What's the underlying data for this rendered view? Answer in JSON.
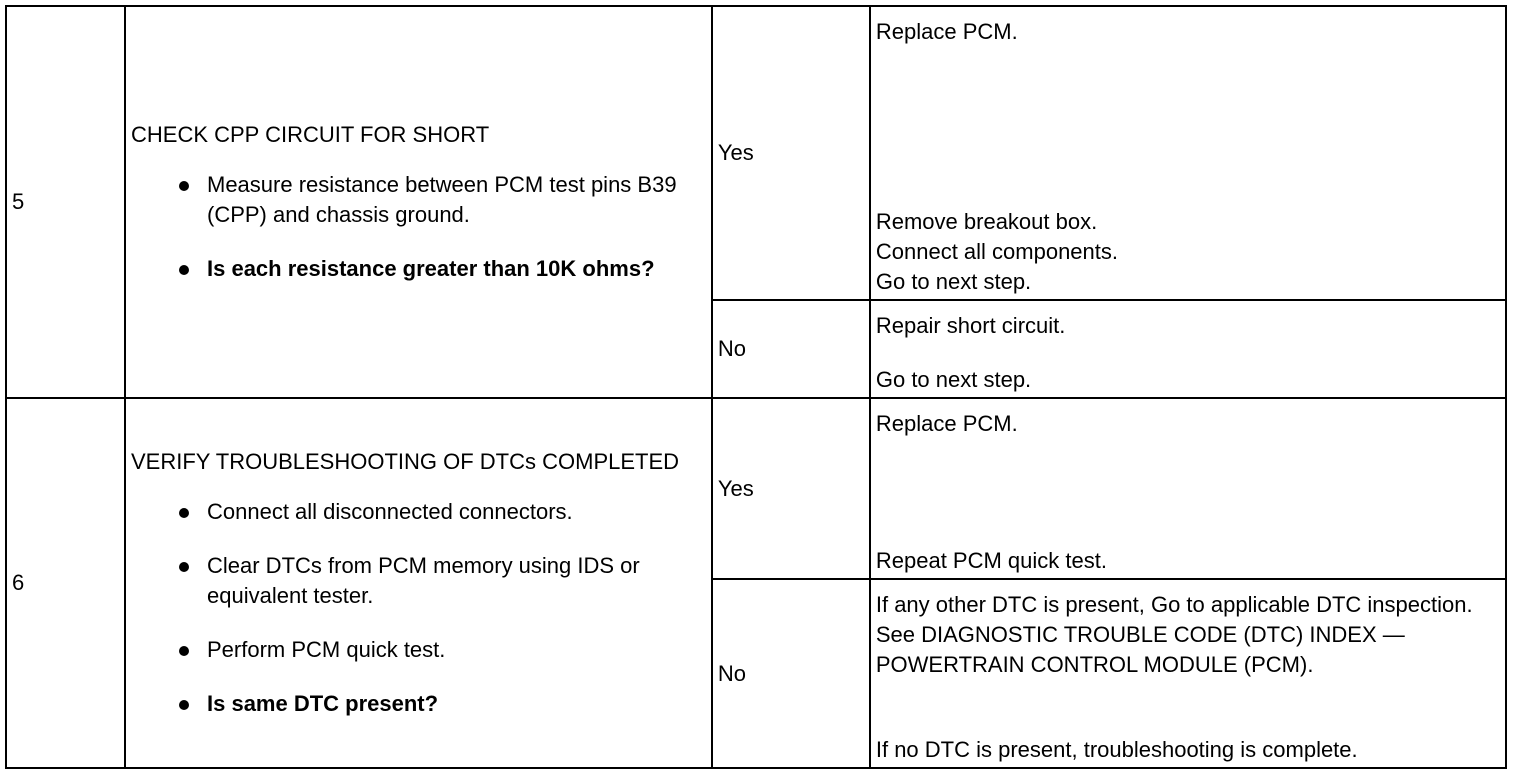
{
  "rows": [
    {
      "step": "5",
      "heading": "CHECK CPP CIRCUIT FOR SHORT",
      "bullets": [
        "Measure resistance between PCM test pins B39 (CPP) and chassis ground.",
        "Is each resistance greater than 10K ohms?"
      ],
      "yes": {
        "label": "Yes",
        "lines": [
          "Replace PCM.",
          "Remove breakout box.",
          "Connect all components.",
          "Go to next step."
        ]
      },
      "no": {
        "label": "No",
        "lines": [
          "Repair short circuit.",
          "Go to next step."
        ]
      }
    },
    {
      "step": "6",
      "heading": "VERIFY TROUBLESHOOTING OF DTCs COMPLETED",
      "bullets": [
        "Connect all disconnected connectors.",
        "Clear DTCs from PCM memory using IDS or equivalent tester.",
        "Perform PCM quick test.",
        "Is same DTC present?"
      ],
      "yes": {
        "label": "Yes",
        "lines": [
          "Replace PCM.",
          "Repeat PCM quick test."
        ]
      },
      "no": {
        "label": "No",
        "lines": [
          "If any other DTC is present, Go to applicable DTC inspection. See DIAGNOSTIC TROUBLE CODE (DTC) INDEX — POWERTRAIN CONTROL MODULE (PCM).",
          "If no DTC is present, troubleshooting is complete."
        ]
      }
    }
  ]
}
